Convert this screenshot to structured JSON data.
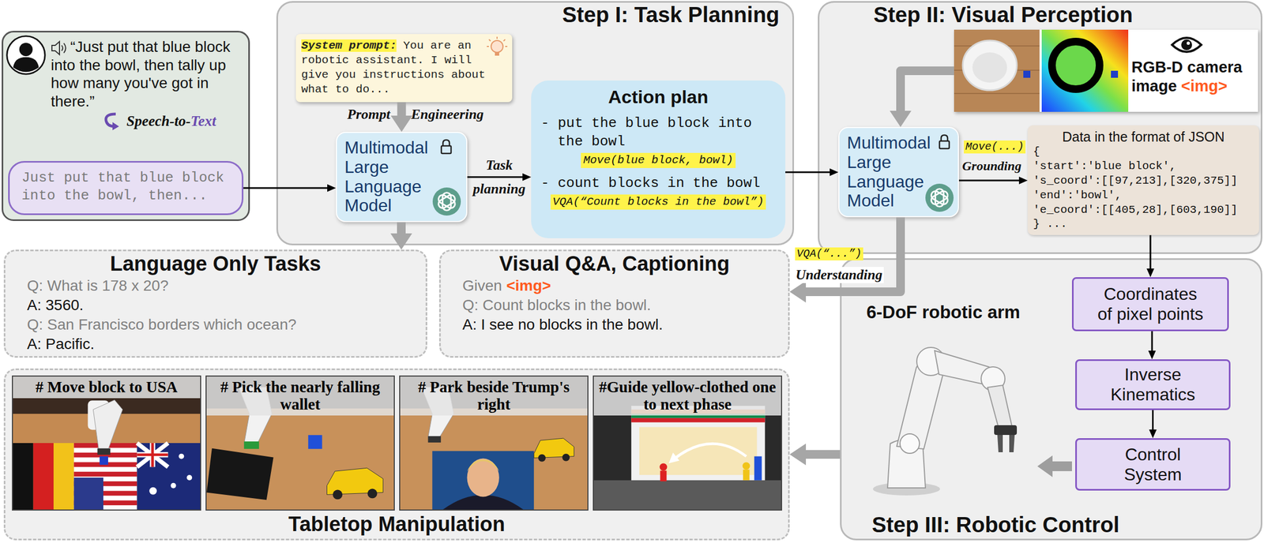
{
  "diagram": {
    "nodes": [
      {
        "text": [
          "“Just put that blue block into the bowl, then tally up how many you've got in there.”",
          "Speech-to-",
          "Text"
        ]
      },
      {
        "text": [
          "Just put that blue block into the bowl, then..."
        ],
        "in": 0
      },
      {
        "text": [
          "Step I: Task Planning"
        ]
      },
      {
        "text": [
          "System prompt:",
          "You are an robotic assistant. I will give you instructions about what to do..."
        ],
        "in": 2
      },
      {
        "text": [
          "Multimodal Large Language Model"
        ],
        "in": 2
      },
      {
        "text": [
          "Action plan",
          "- put the blue block into the bowl",
          "Move(blue block, bowl)",
          "- count blocks in the bowl",
          "VQA(“Count blocks in the bowl”)"
        ],
        "in": 2
      },
      {
        "text": [
          "Step II: Visual Perception"
        ]
      },
      {
        "text": [
          "RGB-D camera image",
          "<img>"
        ],
        "in": 6
      },
      {
        "text": [
          "Multimodal Large Language Model"
        ],
        "in": 6
      },
      {
        "text": [
          "Data in the format of JSON",
          "{",
          "'start':'blue block',",
          "'s_coord':[[97,213],[320,375]]",
          "'end':'bowl',",
          "'e_coord':[[405,28],[603,190]]",
          "} ..."
        ],
        "in": 6
      },
      {
        "text": [
          "Language Only Tasks",
          "Q: What is 178 x 20?",
          "A: 3560.",
          "Q: San Francisco borders which ocean?",
          "A: Pacific."
        ]
      },
      {
        "text": [
          "Visual Q&A, Captioning",
          "Given",
          "<img>",
          "Q: Count blocks in the bowl.",
          "A: I see no blocks in the bowl."
        ]
      },
      {
        "text": [
          "Step III: Robotic Control",
          "6-DoF robotic arm"
        ]
      },
      {
        "text": [
          "Coordinates of pixel points"
        ],
        "in": 12
      },
      {
        "text": [
          "Inverse Kinematics"
        ],
        "in": 12
      },
      {
        "text": [
          "Control System"
        ],
        "in": 12
      },
      {
        "text": [
          "Tabletop Manipulation"
        ]
      },
      {
        "text": [
          "# Move block to USA"
        ],
        "in": 16
      },
      {
        "text": [
          "# Pick the nearly falling wallet"
        ],
        "in": 16
      },
      {
        "text": [
          "# Park beside Trump's right"
        ],
        "in": 16
      },
      {
        "text": [
          "#Guide yellow-clothed one to next phase"
        ],
        "in": 16
      }
    ],
    "edges": [
      {
        "from": 1,
        "to": 4,
        "arrow": "to"
      },
      {
        "from": 3,
        "to": 4,
        "arrow": "to"
      },
      {
        "from": 4,
        "to": 5,
        "label": "Task planning",
        "arrow": "to"
      },
      {
        "from": 5,
        "to": 8,
        "arrow": "to"
      },
      {
        "from": 7,
        "to": 8,
        "arrow": "to"
      },
      {
        "from": 4,
        "to": 10,
        "arrow": "to"
      },
      {
        "from": 8,
        "to": 9,
        "arrow": "to"
      },
      {
        "from": 8,
        "to": 11,
        "arrow": "to"
      },
      {
        "from": 9,
        "to": 13,
        "arrow": "to"
      },
      {
        "from": 13,
        "to": 14,
        "arrow": "to"
      },
      {
        "from": 14,
        "to": 15,
        "arrow": "to"
      },
      {
        "from": 12,
        "to": 16,
        "arrow": "to"
      }
    ],
    "labels": [
      "Prompt",
      "Engineering",
      "Move(...)",
      "Grounding",
      "VQA(“...”)",
      "Understanding"
    ]
  }
}
